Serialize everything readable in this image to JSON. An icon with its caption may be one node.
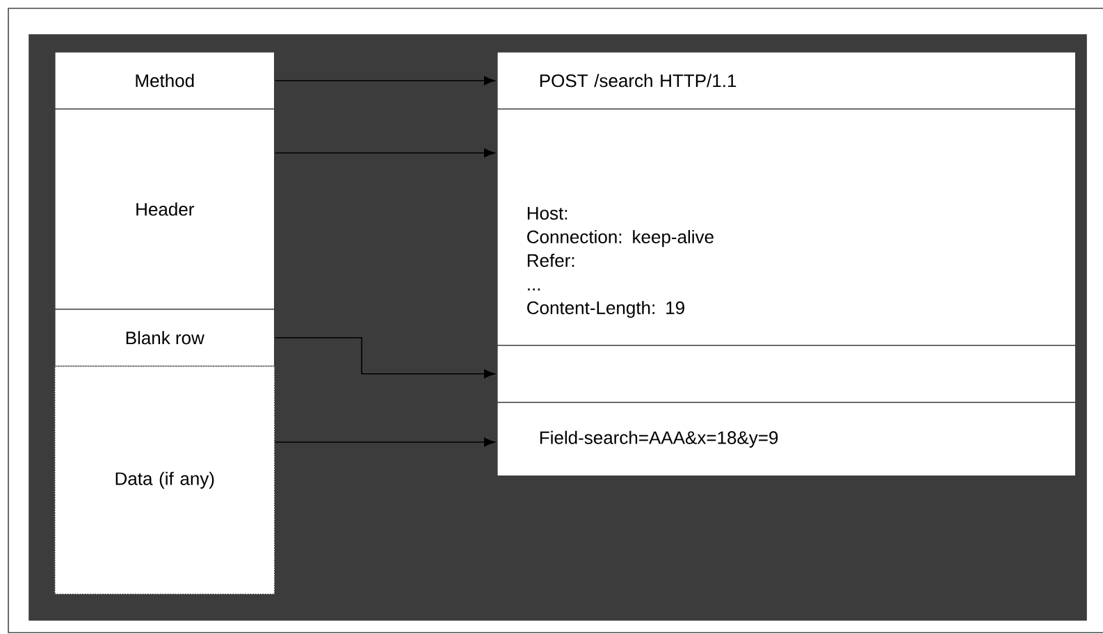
{
  "diagram": {
    "nodes": [
      {
        "text": [
          "Method"
        ]
      },
      {
        "text": [
          "Header"
        ]
      },
      {
        "text": [
          "Blank row"
        ]
      },
      {
        "text": [
          "Data (if any)"
        ]
      },
      {
        "text": [
          "POST /search HTTP/1.1"
        ]
      },
      {
        "text": [
          "Host:",
          "Connection: keep-alive",
          "Refer:",
          "...",
          "Content-Length: 19"
        ]
      },
      {
        "text": [],
        "shape": "box"
      },
      {
        "text": [
          "Field-search=AAA&x=18&y=9"
        ]
      }
    ],
    "edges": [
      {
        "from": 0,
        "to": 4,
        "arrow": "to"
      },
      {
        "from": 1,
        "to": 5,
        "arrow": "to"
      },
      {
        "from": 2,
        "to": 6,
        "arrow": "to"
      },
      {
        "from": 3,
        "to": 7,
        "arrow": "to"
      }
    ]
  }
}
